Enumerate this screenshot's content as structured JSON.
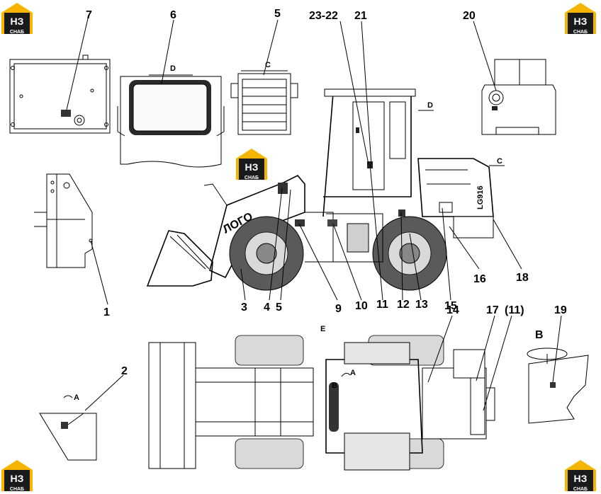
{
  "logo": {
    "letters": "НЗ",
    "subtitle": "СНАБ",
    "accent": "#f5b400",
    "dark": "#1a1a1a"
  },
  "callouts": {
    "n1": "1",
    "n2": "2",
    "n3": "3",
    "n4": "4",
    "n5": "5",
    "n5b": "5",
    "n6": "6",
    "n7": "7",
    "n9": "9",
    "n10": "10",
    "n11": "11",
    "n12": "12",
    "n13": "13",
    "n14": "14",
    "n15": "15",
    "n16": "16",
    "n17": "17",
    "n11b": "(11)",
    "n18": "18",
    "n19": "19",
    "n20": "20",
    "n21": "21",
    "n2322": "23-22"
  },
  "view_letters": {
    "d_top": "D",
    "c_top": "C",
    "d_side": "D",
    "c_side": "C",
    "a_top": "A",
    "b_top": "B",
    "a_detail": "A",
    "b_detail": "B",
    "e_mark": "E"
  },
  "boom_text": "ЛОГО",
  "model_text": "LG916"
}
